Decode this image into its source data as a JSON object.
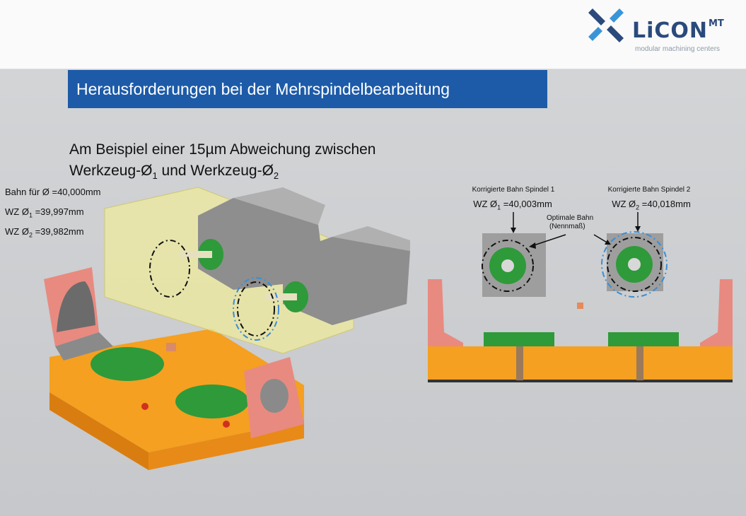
{
  "slide": {
    "logo": {
      "brand": "LiCON",
      "suffix": "MT",
      "tagline": "modular machining centers",
      "brand_color": "#2b4a7c"
    },
    "title": "Herausforderungen bei der Mehrspindelbearbeitung",
    "heading": {
      "line1": "Am Beispiel einer 15µm Abweichung zwischen",
      "line2_a": "Werkzeug-Ø",
      "line2_sub1": "1",
      "line2_b": " und Werkzeug-Ø",
      "line2_sub2": "2"
    },
    "specs": [
      {
        "label": "Bahn für Ø ",
        "value": "=40,000mm"
      },
      {
        "label": "WZ Ø",
        "sub": "1",
        "value": " =39,997mm"
      },
      {
        "label": "WZ Ø",
        "sub": "2",
        "value": " =39,982mm"
      }
    ],
    "right_diagram": {
      "spindle1_title": "Korrigierte Bahn Spindel 1",
      "spindle1_label": "WZ Ø",
      "spindle1_sub": "1",
      "spindle1_value": " =40,003mm",
      "spindle2_title": "Korrigierte Bahn Spindel 2",
      "spindle2_label": "WZ Ø",
      "spindle2_sub": "2",
      "spindle2_value": " =40,018mm",
      "optimal_line1": "Optimale Bahn",
      "optimal_line2": "(Nennmaß)"
    },
    "colors": {
      "title_bar": "#1d5ba8",
      "fixture_orange": "#f5a020",
      "fixture_pink": "#e88a80",
      "spindle_green": "#2e9a3a",
      "work_zone": "#f0ec9a",
      "path_blue": "#3a8ed6"
    }
  }
}
